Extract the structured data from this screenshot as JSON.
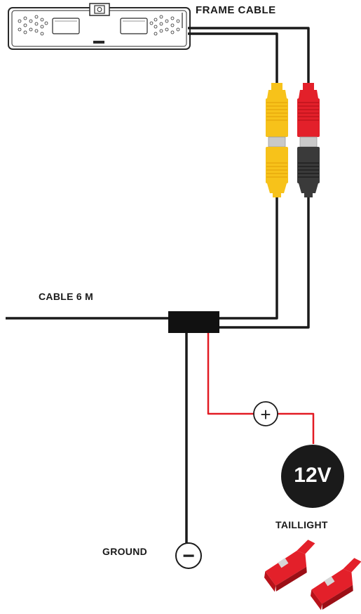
{
  "labels": {
    "frame_cable": "FRAME CABLE",
    "cable_length": "CABLE 6 M",
    "taillight": "TAILLIGHT",
    "ground": "GROUND",
    "voltage": "12V",
    "positive_symbol": "+",
    "negative_symbol": "−"
  },
  "colors": {
    "wire_black": "#1a1a1a",
    "wire_red": "#e21b23",
    "connector_yellow": "#f7c21a",
    "connector_red": "#e3202a",
    "connector_black": "#3a3a3a",
    "battery_fill": "#1a1a1a",
    "clip_red": "#e3202a"
  },
  "icons": {
    "plate_camera": "license-plate-camera-icon",
    "rca_yellow": "rca-connector-yellow-icon",
    "rca_red": "rca-connector-red-icon",
    "positive": "plus-circle-icon",
    "negative": "minus-circle-icon",
    "clips": "wire-tap-clip-icon"
  }
}
